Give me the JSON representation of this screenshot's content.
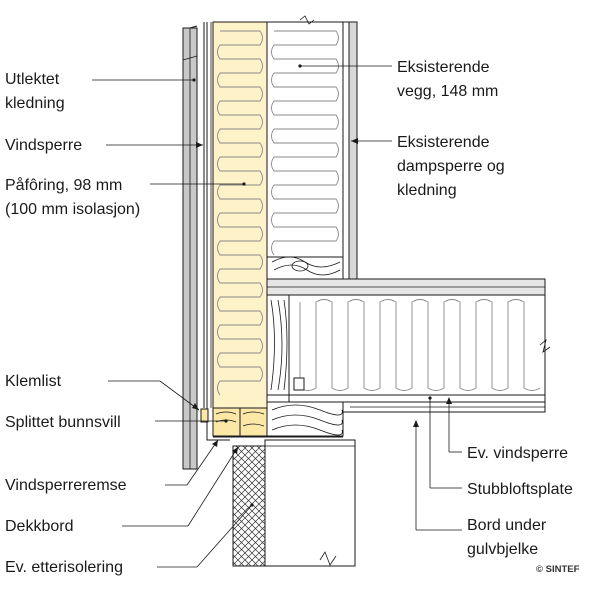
{
  "labels": {
    "utlektet_1": "Utlektet",
    "utlektet_2": "kledning",
    "vindsperre": "Vindsperre",
    "paforing_1": "Påfôring, 98 mm",
    "paforing_2": "(100 mm isolasjon)",
    "klemlist": "Klemlist",
    "splittet": "Splittet bunnsvill",
    "vindsperreremse": "Vindsperreremse",
    "dekkbord": "Dekkbord",
    "etterisolering": "Ev. etterisolering",
    "eksisterende_vegg_1": "Eksisterende",
    "eksisterende_vegg_2": "vegg, 148 mm",
    "eksisterende_damp_1": "Eksisterende",
    "eksisterende_damp_2": "dampsperre og",
    "eksisterende_damp_3": "kledning",
    "ev_vindsperre": "Ev. vindsperre",
    "stubbloftsplate": "Stubbloftsplate",
    "bord_under_1": "Bord under",
    "bord_under_2": "gulvbjelke"
  },
  "credit": "© SINTEF",
  "colors": {
    "ink": "#1a1a1a",
    "new_insulation_fill": "#fdf2c8",
    "cladding_fill": "#c8c8c8",
    "board_fill": "#e6e6e6",
    "sill_fill": "#fbe7a6",
    "insulation_line": "#8a8a8a"
  }
}
